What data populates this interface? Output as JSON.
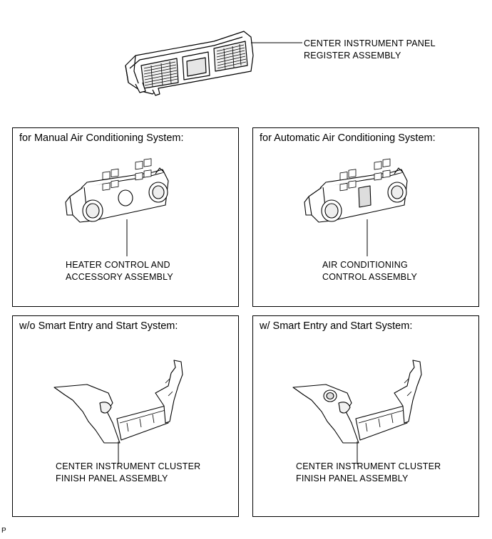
{
  "register": {
    "callout_line1": "CENTER INSTRUMENT PANEL",
    "callout_line2": "REGISTER ASSEMBLY"
  },
  "panels": [
    {
      "title": "for Manual Air Conditioning System:",
      "callout_line1": "HEATER CONTROL AND",
      "callout_line2": "ACCESSORY ASSEMBLY"
    },
    {
      "title": "for Automatic Air Conditioning System:",
      "callout_line1": "AIR CONDITIONING",
      "callout_line2": "CONTROL ASSEMBLY"
    },
    {
      "title": "w/o Smart Entry and Start System:",
      "callout_line1": "CENTER INSTRUMENT CLUSTER",
      "callout_line2": "FINISH PANEL ASSEMBLY"
    },
    {
      "title": "w/ Smart Entry and Start System:",
      "callout_line1": "CENTER INSTRUMENT CLUSTER",
      "callout_line2": "FINISH PANEL ASSEMBLY"
    }
  ],
  "footer_mark": "P"
}
